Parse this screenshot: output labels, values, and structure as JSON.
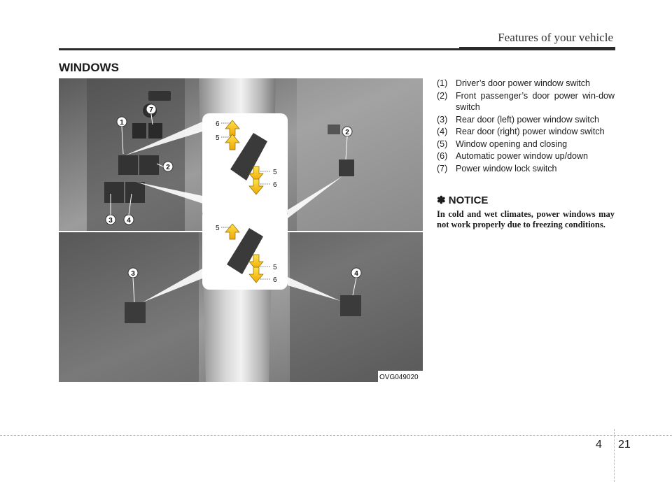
{
  "header": {
    "section": "Features of your vehicle"
  },
  "title": "WINDOWS",
  "figure": {
    "code": "OVG049020",
    "callouts": [
      "1",
      "2",
      "3",
      "4",
      "7",
      "2",
      "3",
      "4"
    ],
    "inset_labels": [
      "6",
      "5",
      "5",
      "6",
      "5",
      "5",
      "6"
    ]
  },
  "legend": [
    {
      "num": "(1)",
      "text": "Driver’s door power window switch"
    },
    {
      "num": "(2)",
      "text": "Front passenger’s door power win-dow switch"
    },
    {
      "num": "(3)",
      "text": "Rear door (left) power window switch"
    },
    {
      "num": "(4)",
      "text": "Rear door (right) power window switch"
    },
    {
      "num": "(5)",
      "text": "Window opening and closing"
    },
    {
      "num": "(6)",
      "text": "Automatic power window up/down"
    },
    {
      "num": "(7)",
      "text": "Power window lock switch"
    }
  ],
  "notice": {
    "title": "✽ NOTICE",
    "body": "In cold and wet climates, power windows may not work properly due to freezing conditions."
  },
  "footer": {
    "chapter": "4",
    "page": "21"
  }
}
